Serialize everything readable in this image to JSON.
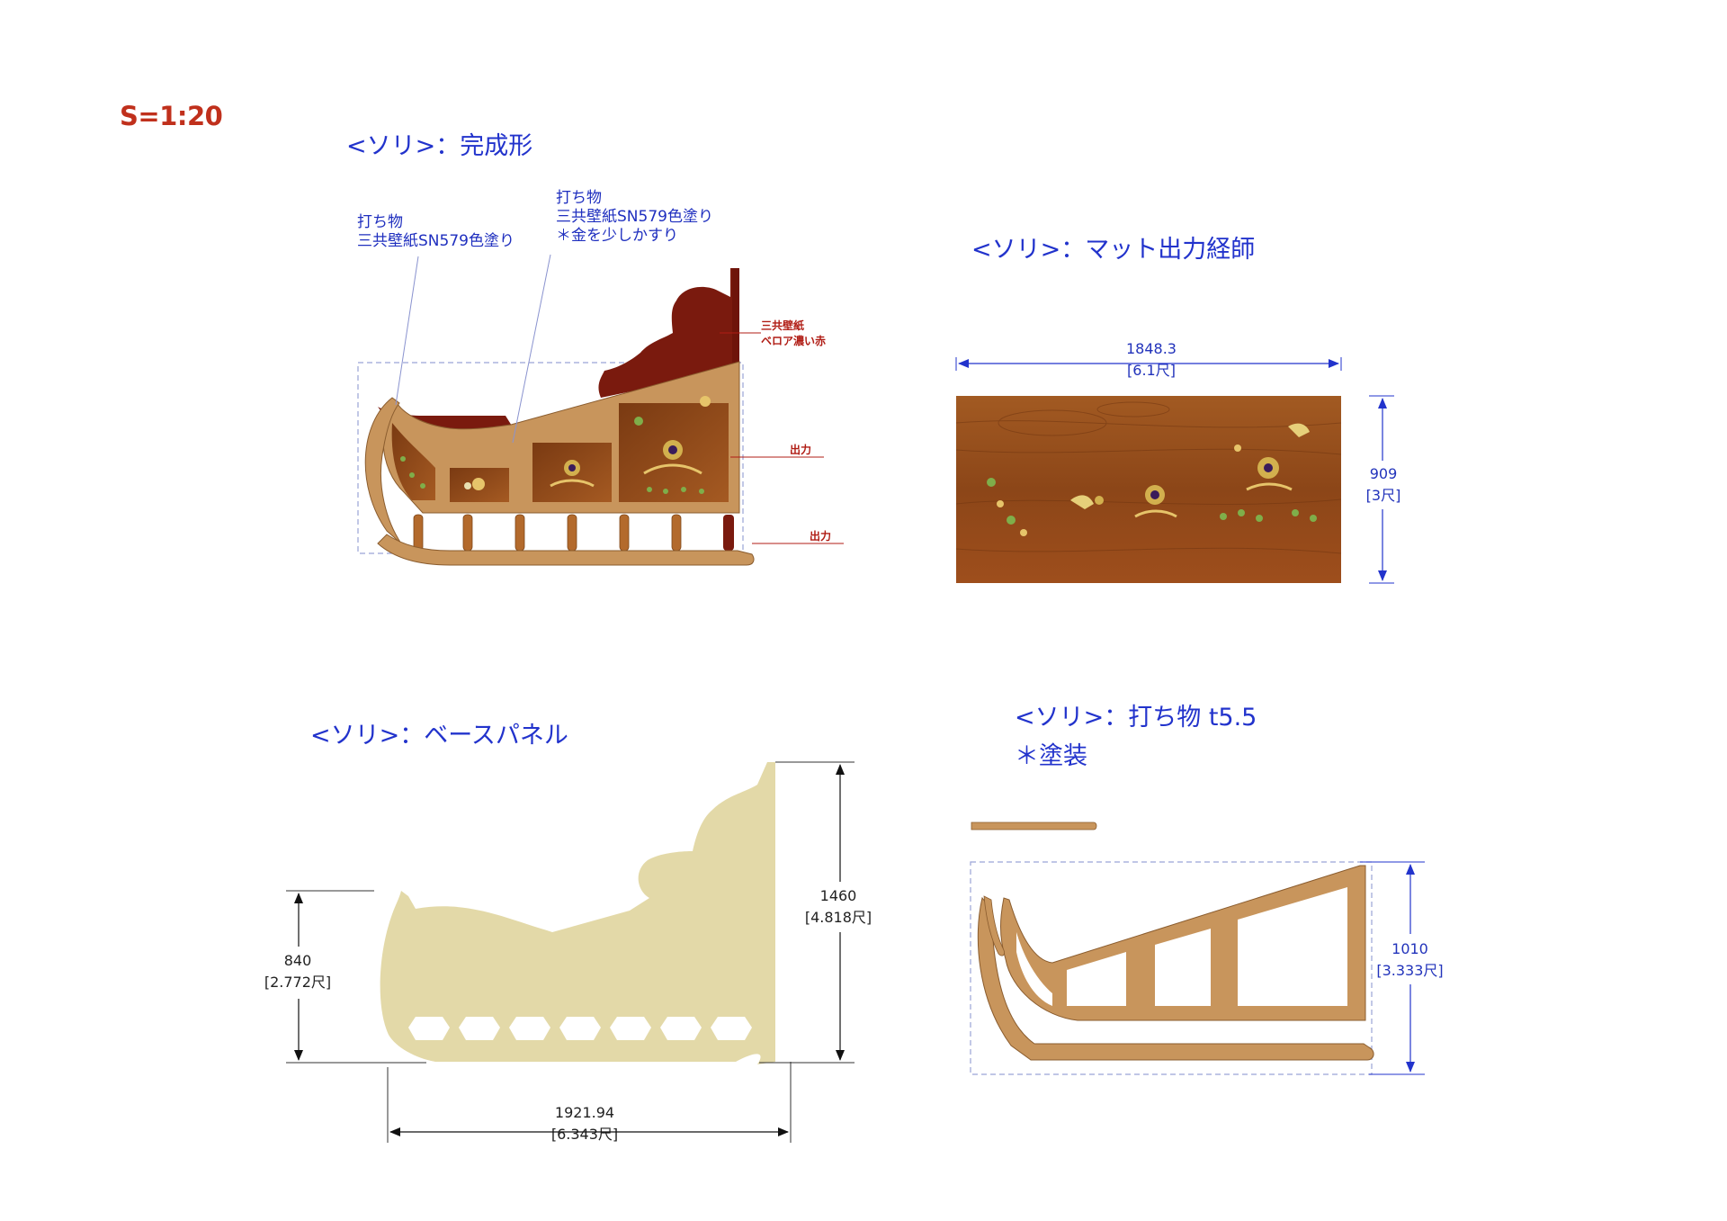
{
  "scale": "S=1:20",
  "sections": {
    "complete": {
      "title": "<ソリ>：完成形",
      "note_left": {
        "line1": "打ち物",
        "line2": "三共壁紙SN579色塗り"
      },
      "note_right": {
        "line1": "打ち物",
        "line2": "三共壁紙SN579色塗り",
        "line3": "＊金を少しかすり"
      },
      "label_red_1": "三共壁紙",
      "label_red_2": "ベロア濃い赤",
      "label_output_1": "出力",
      "label_output_2": "出力"
    },
    "mat": {
      "title": "<ソリ>：マット出力経師",
      "width": "1848.3",
      "width_shaku": "[6.1尺]",
      "height": "909",
      "height_shaku": "[3尺]"
    },
    "base": {
      "title": "<ソリ>：ベースパネル",
      "height_left": "840",
      "height_left_shaku": "[2.772尺]",
      "height_right": "1460",
      "height_right_shaku": "[4.818尺]",
      "width": "1921.94",
      "width_shaku": "[6.343尺]"
    },
    "batten": {
      "title": "<ソリ>：打ち物 t5.5",
      "subtitle": "＊塗装",
      "height": "1010",
      "height_shaku": "[3.333尺]"
    }
  },
  "colors": {
    "heading": "#2233cc",
    "scale": "#c0301c",
    "wood_frame": "#c8955c",
    "velvet_red": "#7a1a0e",
    "base_panel": "#e3d9a8",
    "mat_wood": "#8f4a18",
    "dimension": "#2233cc"
  }
}
